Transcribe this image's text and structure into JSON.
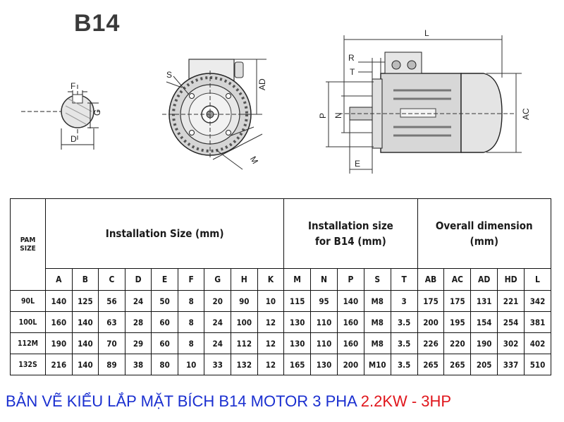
{
  "header": {
    "title": "B14"
  },
  "drawing_labels": {
    "shaft_F": "F",
    "shaft_G": "G",
    "shaft_D": "D",
    "front_S": "S",
    "front_AD": "AD",
    "front_M": "M",
    "side_L": "L",
    "side_R": "R",
    "side_T": "T",
    "side_P": "P",
    "side_N": "N",
    "side_E": "E",
    "side_AC": "AC"
  },
  "table": {
    "pam_size_line1": "PAM",
    "pam_size_line2": "SIZE",
    "group_installation_size": "Installation Size (mm)",
    "group_b14_line1": "Installation size",
    "group_b14_line2": "for B14 (mm)",
    "group_overall_line1": "Overall dimension",
    "group_overall_line2": "(mm)",
    "columns": [
      "A",
      "B",
      "C",
      "D",
      "E",
      "F",
      "G",
      "H",
      "K",
      "M",
      "N",
      "P",
      "S",
      "T",
      "AB",
      "AC",
      "AD",
      "HD",
      "L"
    ],
    "rows": [
      [
        "90L",
        "140",
        "125",
        "56",
        "24",
        "50",
        "8",
        "20",
        "90",
        "10",
        "115",
        "95",
        "140",
        "M8",
        "3",
        "175",
        "175",
        "131",
        "221",
        "342"
      ],
      [
        "100L",
        "160",
        "140",
        "63",
        "28",
        "60",
        "8",
        "24",
        "100",
        "12",
        "130",
        "110",
        "160",
        "M8",
        "3.5",
        "200",
        "195",
        "154",
        "254",
        "381"
      ],
      [
        "112M",
        "190",
        "140",
        "70",
        "29",
        "60",
        "8",
        "24",
        "112",
        "12",
        "130",
        "110",
        "160",
        "M8",
        "3.5",
        "226",
        "220",
        "190",
        "302",
        "402"
      ],
      [
        "132S",
        "216",
        "140",
        "89",
        "38",
        "80",
        "10",
        "33",
        "132",
        "12",
        "165",
        "130",
        "200",
        "M10",
        "3.5",
        "265",
        "265",
        "205",
        "337",
        "510"
      ]
    ]
  },
  "caption": {
    "part1": "BẢN VẼ KIỂU LẮP MẶT BÍCH B14 MOTOR 3 PHA ",
    "part2": "2.2KW - 3HP",
    "color_part1": "#1a2fd0",
    "color_part2": "#e0161c"
  }
}
